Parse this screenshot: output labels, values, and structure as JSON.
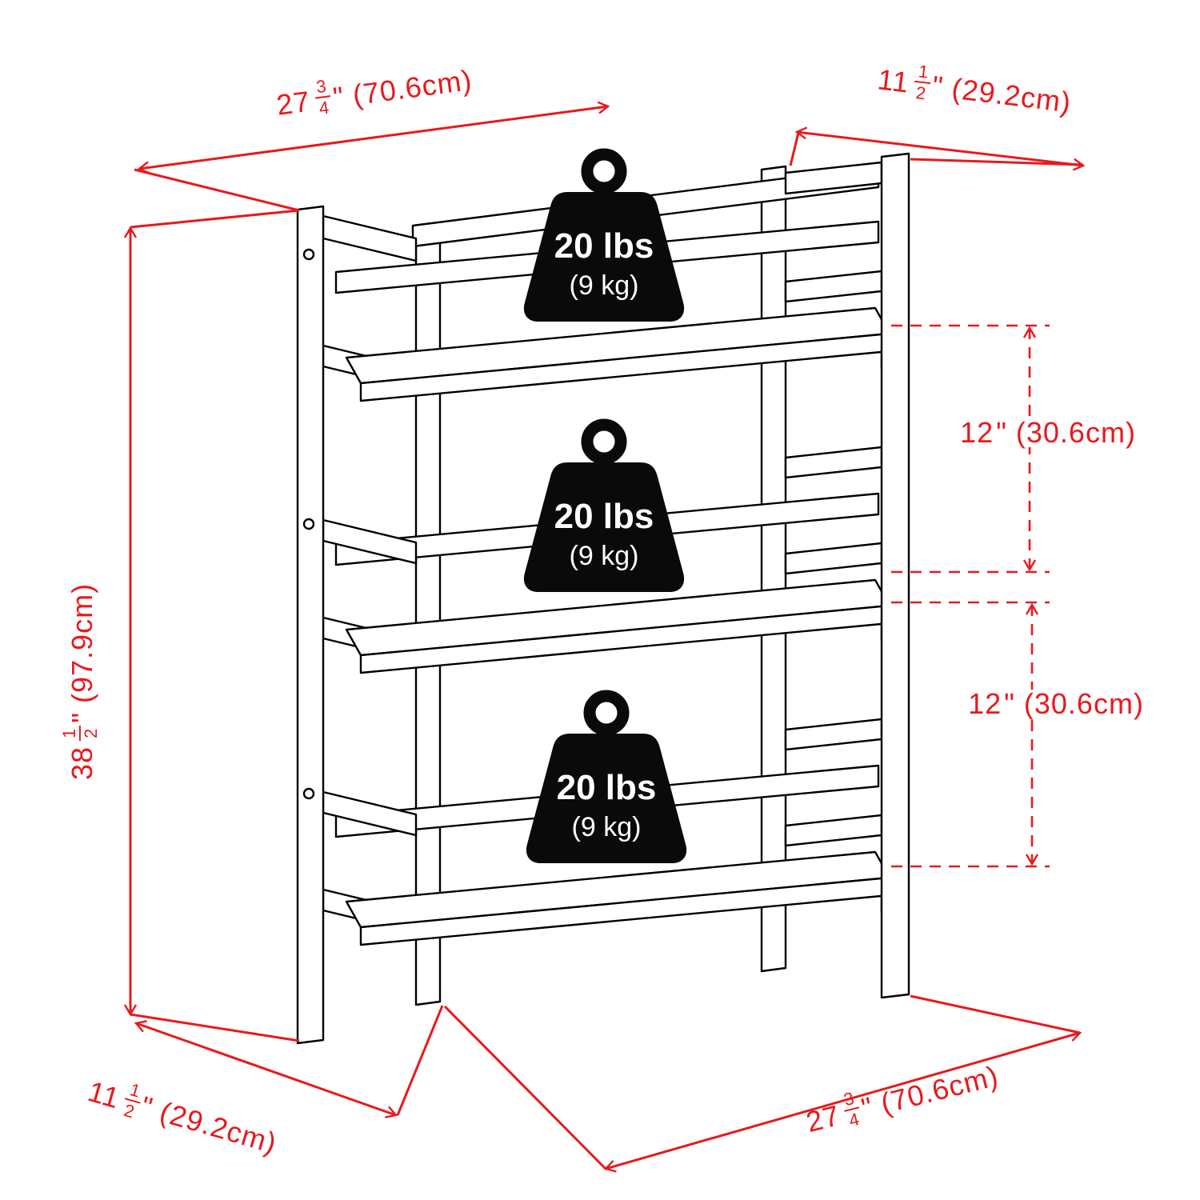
{
  "colors": {
    "dimension_red": "#e8191d",
    "line_black": "#000000",
    "weight_black": "#0a0a0a"
  },
  "dimensions": {
    "top_width": {
      "whole": "27",
      "num": "3",
      "den": "4",
      "unit": "\"",
      "metric": "(70.6cm)"
    },
    "top_depth": {
      "whole": "11",
      "num": "1",
      "den": "2",
      "unit": "\"",
      "metric": "(29.2cm)"
    },
    "height": {
      "whole": "38",
      "num": "1",
      "den": "2",
      "unit": "\"",
      "metric": "(97.9cm)"
    },
    "shelf_spacing_upper": {
      "whole": "12",
      "unit": "\"",
      "metric": "(30.6cm)"
    },
    "shelf_spacing_lower": {
      "whole": "12",
      "unit": "\"",
      "metric": "(30.6cm)"
    },
    "bottom_depth": {
      "whole": "11",
      "num": "1",
      "den": "2",
      "unit": "\"",
      "metric": "(29.2cm)"
    },
    "bottom_width": {
      "whole": "27",
      "num": "3",
      "den": "4",
      "unit": "\"",
      "metric": "(70.6cm)"
    }
  },
  "weights": [
    {
      "capacity": "20 lbs",
      "metric": "(9 kg)"
    },
    {
      "capacity": "20 lbs",
      "metric": "(9 kg)"
    },
    {
      "capacity": "20 lbs",
      "metric": "(9 kg)"
    }
  ]
}
